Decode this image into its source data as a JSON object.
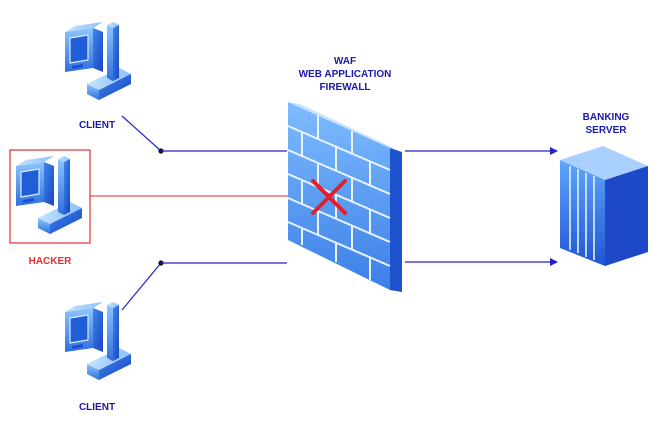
{
  "nodes": {
    "client_top": {
      "label": "CLIENT"
    },
    "hacker": {
      "label": "HACKER"
    },
    "client_bottom": {
      "label": "CLIENT"
    },
    "waf": {
      "label": "WAF\nWEB APPLICATION\nFIREWALL"
    },
    "server": {
      "label": "BANKING\nSERVER"
    }
  },
  "colors": {
    "label_blue": "#1a1aa8",
    "hacker_red": "#e03030",
    "flow_blue": "#2323c8",
    "flow_red": "#e05555",
    "block_x": "#e0202a",
    "icon_light": "#7ab8f5",
    "icon_mid": "#3f86e8",
    "icon_dark": "#1c4fd0"
  },
  "icons": {
    "clients": "computer-icon",
    "firewall": "brick-wall-icon",
    "server": "server-rack-icon",
    "blocked": "x-mark-icon"
  }
}
